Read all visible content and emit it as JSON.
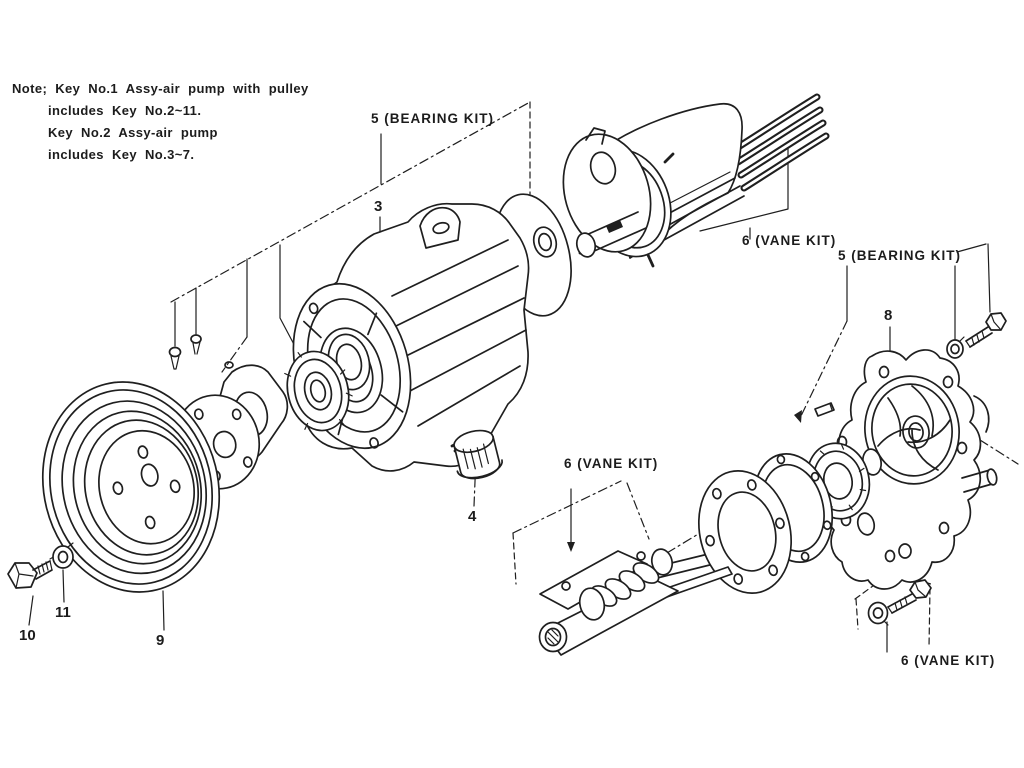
{
  "note": {
    "heading": "Note;",
    "line1": "Key No.1 Assy-air pump with pulley",
    "line2": "includes Key No.2~11.",
    "line3": "Key No.2 Assy-air pump",
    "line4": "includes Key No.3~7."
  },
  "callouts": {
    "bearing_kit_top": "5 (BEARING KIT)",
    "part_3": "3",
    "vane_kit_top": "6 (VANE KIT)",
    "bearing_kit_right": "5 (BEARING KIT)",
    "part_8": "8",
    "vane_kit_center": "6 (VANE KIT)",
    "part_4": "4",
    "part_10": "10",
    "part_11": "11",
    "part_9": "9",
    "vane_kit_bottom": "6 (VANE KIT)"
  },
  "colors": {
    "ink": "#1f1f1f",
    "paper": "#ffffff"
  }
}
